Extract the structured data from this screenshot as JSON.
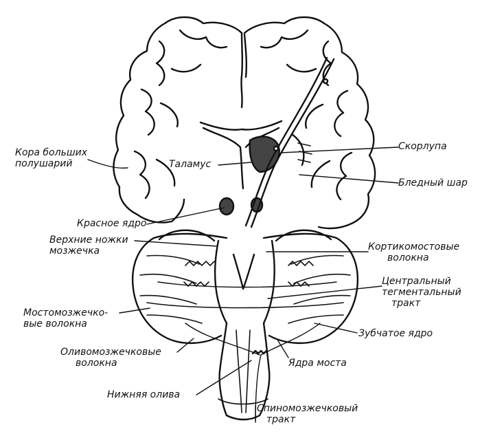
{
  "colors": {
    "ink": "#111111",
    "paper": "#ffffff",
    "shade": "#444444"
  },
  "labels": {
    "cortex": [
      "Кора больших",
      "полушарий"
    ],
    "thalamus": "Таламус",
    "red_nucleus": "Красное ядро",
    "superior_peduncles": [
      "Верхние ножки",
      "мозжечка"
    ],
    "pontocerebellar": [
      "Мостомозжечко-",
      "вые волокна"
    ],
    "olivocerebellar": [
      "Оливомозжечковые",
      "волокна"
    ],
    "inferior_olive": "Нижняя олива",
    "putamen": "Скорлупа",
    "globus_pallidus": "Бледный шар",
    "corticopontine": [
      "Кортикомостовые",
      "волокна"
    ],
    "central_tegmental": [
      "Центральный",
      "тегментальный",
      "тракт"
    ],
    "dentate_nucleus": "Зубчатое ядро",
    "pontine_nuclei": "Ядра моста",
    "spinocerebellar": [
      "Спиномозжечковый",
      "тракт"
    ]
  }
}
